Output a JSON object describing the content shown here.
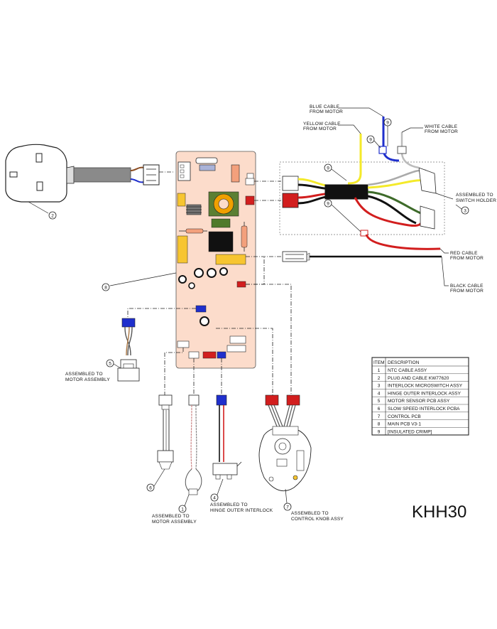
{
  "model_code": "KHH30",
  "colors": {
    "pcb": "#fcdccb",
    "blue": "#1f2fcc",
    "yellow": "#f4ea2a",
    "red": "#d21e1e",
    "green": "#3e6b2a",
    "black": "#111111",
    "orange_capacitor": "#f7c531",
    "table_border": "#222222"
  },
  "cable_labels": {
    "blue": [
      "BLUE CABLE",
      "FROM MOTOR"
    ],
    "yellow": [
      "YELLOW CABLE",
      "FROM MOTOR"
    ],
    "white": [
      "WHITE CABLE",
      "FROM MOTOR"
    ],
    "red": [
      "RED CABLE",
      "FROM MOTOR"
    ],
    "black": [
      "BLACK CABLE",
      "FROM MOTOR"
    ]
  },
  "assembly_notes": {
    "switch_holder": [
      "ASSEMBLED TO",
      "SWITCH HOLDER"
    ],
    "motor_assembly_left": [
      "ASSEMBLED TO",
      "MOTOR ASSEMBLY"
    ],
    "motor_assembly_bottom": [
      "ASSEMBLED TO",
      "MOTOR ASSEMBLY"
    ],
    "hinge_outer": [
      "ASSEMBLED TO",
      "HINGE OUTER INTERLOCK"
    ],
    "control_knob": [
      "ASSEMBLED TO",
      "CONTROL KNOB ASSY"
    ]
  },
  "callouts": {
    "plug": "2",
    "main_pcb": "8",
    "motor_sensor": "5",
    "slow_speed": "6",
    "ntc": "1",
    "hinge": "4",
    "control_pcb": "7",
    "microswitch": "3",
    "crimp_a": "9",
    "crimp_b": "9",
    "crimp_c": "9",
    "crimp_d": "9"
  },
  "parts_table": {
    "headers": [
      "ITEM",
      "DESCRIPTION"
    ],
    "rows": [
      {
        "item": "1",
        "description": "NTC CABLE ASSY"
      },
      {
        "item": "2",
        "description": "PLUG AND CABLE KW77620"
      },
      {
        "item": "3",
        "description": "INTERLOCK MICROSWITCH ASSY"
      },
      {
        "item": "4",
        "description": "HINGE OUTER INTERLOCK ASSY"
      },
      {
        "item": "5",
        "description": "MOTOR SENSOR PCB ASSY"
      },
      {
        "item": "6",
        "description": "SLOW SPEED INTERLOCK PCBA"
      },
      {
        "item": "7",
        "description": "CONTROL PCB"
      },
      {
        "item": "8",
        "description": "MAIN PCB V3-1"
      },
      {
        "item": "9",
        "description": "[INSULATED CRIMP]"
      }
    ]
  }
}
